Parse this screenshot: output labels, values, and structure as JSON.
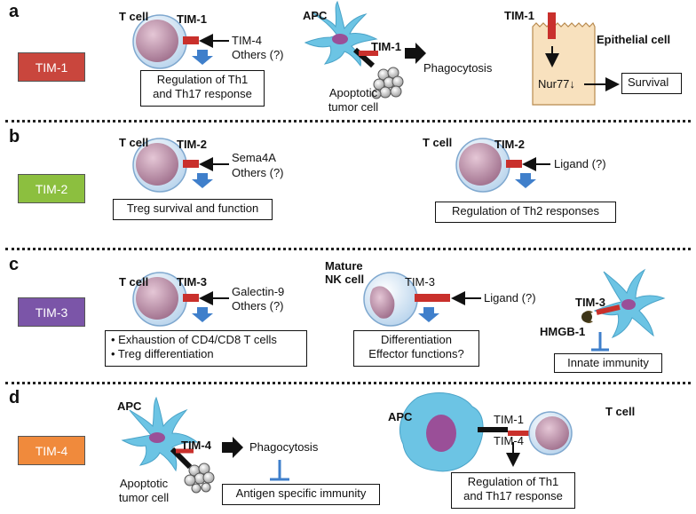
{
  "panels": {
    "a": {
      "letter": "a",
      "box_label": "TIM-1",
      "box_color": "#c9463d",
      "tcell_label": "T cell",
      "receptor_label": "TIM-1",
      "ligand_text": [
        "TIM-4",
        "Others (?)"
      ],
      "outcome_lines": [
        "Regulation of Th1",
        "and Th17 response"
      ],
      "apc_label": "APC",
      "apc_receptor": "TIM-1",
      "phagocytosis": "Phagocytosis",
      "apoptotic_lines": [
        "Apoptotic",
        "tumor cell"
      ],
      "epi_receptor": "TIM-1",
      "epi_label": "Epithelial cell",
      "nur77": "Nur77↓",
      "survival": "Survival"
    },
    "b": {
      "letter": "b",
      "box_label": "TIM-2",
      "box_color": "#8cbf3f",
      "left_tcell": "T cell",
      "left_receptor": "TIM-2",
      "left_ligand": [
        "Sema4A",
        "Others (?)"
      ],
      "left_outcome": "Treg survival and function",
      "right_tcell": "T cell",
      "right_receptor": "TIM-2",
      "right_ligand": "Ligand (?)",
      "right_outcome": "Regulation of Th2 responses"
    },
    "c": {
      "letter": "c",
      "box_label": "TIM-3",
      "box_color": "#7b55a8",
      "left_tcell": "T cell",
      "left_receptor": "TIM-3",
      "left_ligand": [
        "Galectin-9",
        "Others (?)"
      ],
      "left_outcome": [
        "• Exhaustion of CD4/CD8 T cells",
        "• Treg differentiation"
      ],
      "nk_label": [
        "Mature",
        "NK cell"
      ],
      "nk_receptor": "TIM-3",
      "nk_ligand": "Ligand (?)",
      "nk_outcome": [
        "Differentiation",
        "Effector functions?"
      ],
      "dc_receptor": "TIM-3",
      "hmgb1": "HMGB-1",
      "innate": "Innate immunity"
    },
    "d": {
      "letter": "d",
      "box_label": "TIM-4",
      "box_color": "#f08a3c",
      "apc_label": "APC",
      "apc_receptor": "TIM-4",
      "phagocytosis": "Phagocytosis",
      "apoptotic_lines": [
        "Apoptotic",
        "tumor cell"
      ],
      "antigen": "Antigen specific immunity",
      "apc2_label": "APC",
      "tim1": "TIM-1",
      "tim4": "TIM-4",
      "tcell_label": "T cell",
      "outcome_lines": [
        "Regulation of Th1",
        "and Th17 response"
      ]
    }
  },
  "colors": {
    "cell_outer": "#cfe3f5",
    "cell_inner": "#b98aa5",
    "receptor_red": "#c9302c",
    "blue_arrow": "#3f7fcb",
    "dc_blue": "#6cc4e4",
    "dc_nucleus": "#9a4f98",
    "epithelial": "#f8e1be"
  }
}
